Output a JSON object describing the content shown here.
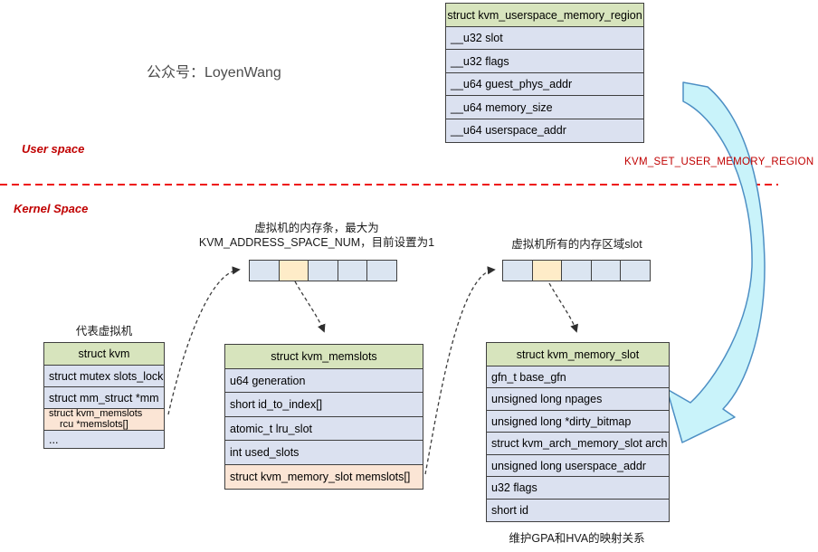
{
  "watermark": "公众号：LoyenWang",
  "zones": {
    "user_space": "User space",
    "kernel_space": "Kernel Space"
  },
  "api_label": "KVM_SET_USER_MEMORY_REGION",
  "tables": {
    "userspace_region": {
      "title": "struct kvm_userspace_memory_region",
      "fields": [
        "__u32 slot",
        "__u32 flags",
        "__u64 guest_phys_addr",
        "__u64 memory_size",
        "__u64 userspace_addr"
      ]
    },
    "kvm": {
      "caption": "代表虚拟机",
      "title": "struct kvm",
      "fields": [
        "struct mutex slots_lock",
        "struct mm_struct *mm",
        {
          "line1": "struct kvm_memslots",
          "line2": "rcu *memslots[]"
        },
        "..."
      ]
    },
    "memslots": {
      "title": "struct kvm_memslots",
      "fields": [
        "u64 generation",
        "short id_to_index[]",
        "atomic_t lru_slot",
        "int used_slots",
        "struct kvm_memory_slot memslots[]"
      ]
    },
    "memory_slot": {
      "caption": "维护GPA和HVA的映射关系",
      "title": "struct kvm_memory_slot",
      "fields": [
        "gfn_t base_gfn",
        "unsigned long npages",
        "unsigned long *dirty_bitmap",
        "struct kvm_arch_memory_slot arch",
        "unsigned long userspace_addr",
        "u32 flags",
        "short id"
      ]
    }
  },
  "bars": {
    "memory_bar": {
      "caption_line1": "虚拟机的内存条，最大为",
      "caption_line2": "KVM_ADDRESS_SPACE_NUM，目前设置为1",
      "cell_count": 5,
      "highlighted_index": 1
    },
    "slot_bar": {
      "caption": "虚拟机所有的内存区域slot",
      "cell_count": 5,
      "highlighted_index": 1
    }
  },
  "colors": {
    "header_green": "#d7e4bd",
    "row_lavender": "#dbe1f0",
    "highlight_peach": "#fbe5d5",
    "cell_blue": "#dbe5f1",
    "cell_cream": "#feecc8",
    "border_dark": "#3f3f3f",
    "label_red": "#c00000",
    "divider_red": "#ee1111",
    "arrow_cyan_fill": "#c9f3fa",
    "arrow_cyan_stroke": "#4d8fc4"
  }
}
